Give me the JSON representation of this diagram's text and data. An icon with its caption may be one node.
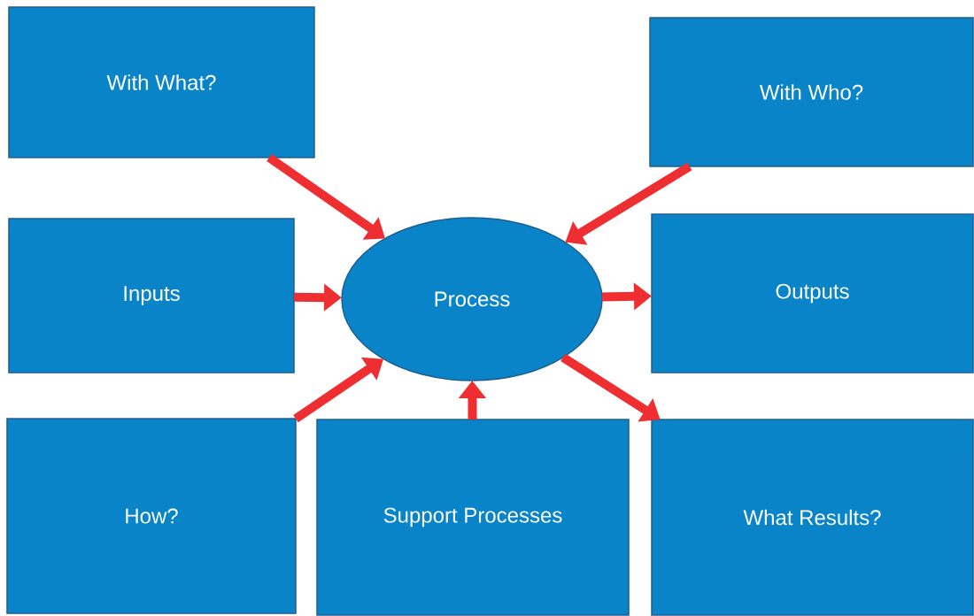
{
  "diagram": {
    "nodes": [
      {
        "text": [
          "With What?"
        ]
      },
      {
        "text": [
          "With Who?"
        ]
      },
      {
        "text": [
          "Inputs"
        ]
      },
      {
        "text": [
          "Process"
        ]
      },
      {
        "text": [
          "Outputs"
        ]
      },
      {
        "text": [
          "How?"
        ]
      },
      {
        "text": [
          "Support Processes"
        ]
      },
      {
        "text": [
          "What Results?"
        ]
      }
    ],
    "edges": [
      {
        "from": 0,
        "to": 3,
        "arrow": "to"
      },
      {
        "from": 1,
        "to": 3,
        "arrow": "to"
      },
      {
        "from": 2,
        "to": 3,
        "arrow": "to"
      },
      {
        "from": 3,
        "to": 4,
        "arrow": "to"
      },
      {
        "from": 5,
        "to": 3,
        "arrow": "to"
      },
      {
        "from": 6,
        "to": 3,
        "arrow": "to"
      },
      {
        "from": 3,
        "to": 7,
        "arrow": "to"
      }
    ]
  }
}
